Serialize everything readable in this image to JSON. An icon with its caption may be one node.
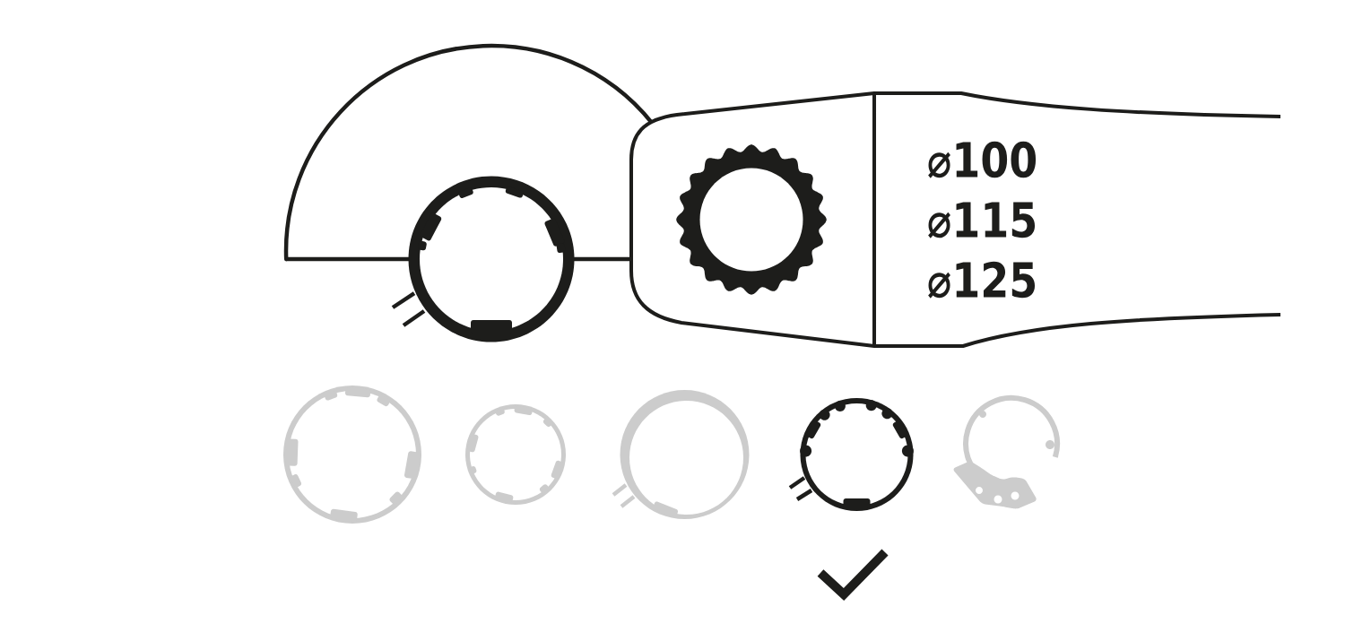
{
  "diagram": {
    "labels": [
      "⌀100",
      "⌀115",
      "⌀125"
    ]
  }
}
